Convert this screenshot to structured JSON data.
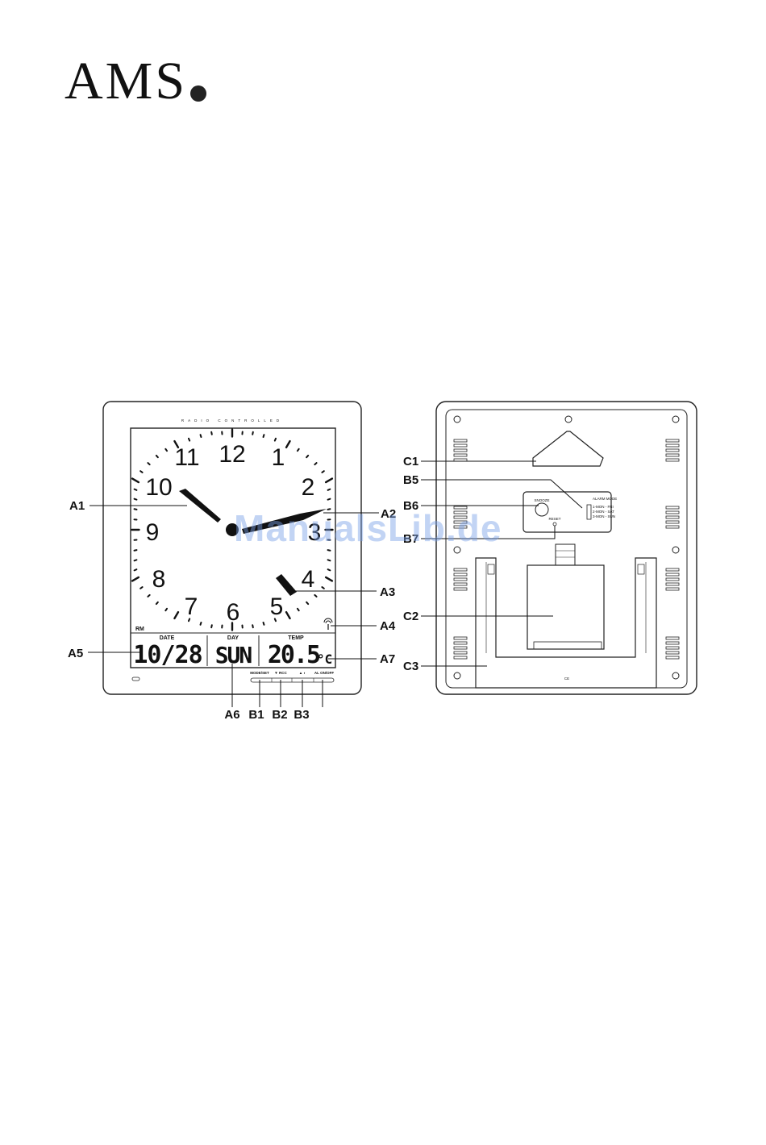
{
  "logo": {
    "text": "AMS"
  },
  "front": {
    "header": "RADIO   CONTROLLED",
    "dial_numbers": [
      "12",
      "1",
      "2",
      "3",
      "4",
      "5",
      "6",
      "7",
      "8",
      "9",
      "10",
      "11"
    ],
    "rm_label": "RM",
    "date": {
      "label": "DATE",
      "value": "10/28"
    },
    "day": {
      "label": "DAY",
      "value": "SUN"
    },
    "temp": {
      "label": "TEMP",
      "value": "20.5",
      "unit": "°C"
    },
    "buttons": [
      "MODE/SET",
      "▼ RCC",
      "▲ ◐",
      "AL ON/OFF"
    ]
  },
  "back": {
    "alarm_mode_label": "ALARM MODE",
    "alarm_modes": [
      "1-MON - FRI",
      "2-MON - SAT",
      "3-MON - SUN"
    ],
    "snooze_label": "SNOOZE",
    "reset_label": "RESET",
    "ce_mark": "CE"
  },
  "callouts": {
    "A1": "A1",
    "A2": "A2",
    "A3": "A3",
    "A4": "A4",
    "A5": "A5",
    "A6": "A6",
    "A7": "A7",
    "B1": "B1",
    "B2": "B2",
    "B3": "B3",
    "B5": "B5",
    "B6": "B6",
    "B7": "B7",
    "C1": "C1",
    "C2": "C2",
    "C3": "C3"
  },
  "watermark": "ManualsLib.de"
}
